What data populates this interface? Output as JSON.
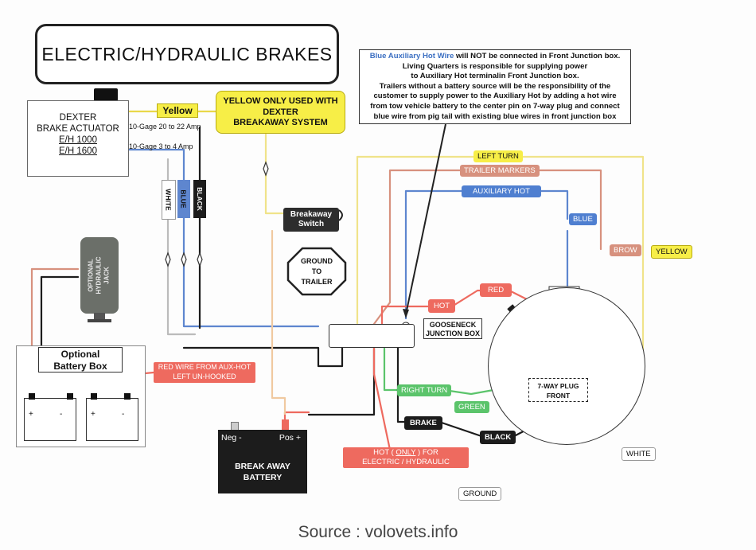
{
  "title": "ELECTRIC/HYDRAULIC BRAKES",
  "actuator": {
    "line1": "DEXTER",
    "line2": "BRAKE ACTUATOR",
    "line3": "E/H 1000",
    "line4": "E/H 1600"
  },
  "wire_labels": {
    "gage_yellow": "10-Gage 20 to 22 Amp",
    "gage_blue": "10-Gage 3 to 4 Amp"
  },
  "yellow_tag": "Yellow",
  "yellow_note": {
    "line1": "YELLOW ONLY USED WITH",
    "line2": "DEXTER",
    "line3": "BREAKAWAY SYSTEM"
  },
  "note": {
    "line1a": "Blue Auxiliary Hot Wire",
    "line1b": " will NOT be connected in Front Junction box.",
    "line2": "Living Quarters is responsible for supplying power",
    "line3": "to Auxiliary Hot terminalin Front Junction box.",
    "line4": "Trailers without a battery source will be the responsibility of the",
    "line5": "customer to supply power to the Auxiliary Hot by adding a hot wire",
    "line6": "from tow vehicle battery  to the center pin on  7-way plug and connect",
    "line7": "blue wire from pig tail with existing blue wires in front junction box"
  },
  "vertical_wires": {
    "white": "WHITE",
    "blue": "BLUE",
    "black": "BLACK"
  },
  "breakaway_switch": {
    "line1": "Breakaway",
    "line2": "Switch"
  },
  "ground_to_trailer": {
    "line1": "GROUND",
    "line2": "TO",
    "line3": "TRAILER"
  },
  "jack": {
    "line1": "OPTIONAL",
    "line2": "HYDRAULIC",
    "line3": "JACK"
  },
  "battery_box": {
    "line1": "Optional",
    "line2": "Battery Box",
    "plus": "+",
    "minus": "-"
  },
  "red_wire_note": {
    "line1": "RED WIRE FROM AUX-HOT",
    "line2": "LEFT UN-HOOKED"
  },
  "breakaway_battery": {
    "neg": "Neg -",
    "pos": "Pos +",
    "line1": "BREAK AWAY",
    "line2": "BATTERY"
  },
  "gooseneck": {
    "line1": "GOOSENECK",
    "line2": "JUNCTION BOX"
  },
  "tags": {
    "left_turn": "LEFT TURN",
    "trailer_markers": "TRAILER MARKERS",
    "auxiliary_hot": "AUXILIARY HOT",
    "blue": "BLUE",
    "brow": "BROW",
    "yellow": "YELLOW",
    "red": "RED",
    "hot": "HOT",
    "right_turn": "RIGHT TURN",
    "green": "GREEN",
    "brake": "BRAKE",
    "black": "BLACK",
    "white": "WHITE",
    "ground": "GROUND"
  },
  "plug": {
    "line1": "7-WAY PLUG",
    "line2": "FRONT"
  },
  "hot_note": {
    "line1a": "HOT ( ",
    "only": "ONLY",
    "line1b": " ) FOR",
    "line2": "ELECTRIC / HYDRAULIC"
  },
  "source": "Source : volovets.info",
  "colors": {
    "yellow": "#f7ee47",
    "red": "#ee6a5f",
    "blue": "#4f7fd0",
    "brown": "#c9806e",
    "green": "#5bc46b",
    "black": "#1c1c1c"
  }
}
